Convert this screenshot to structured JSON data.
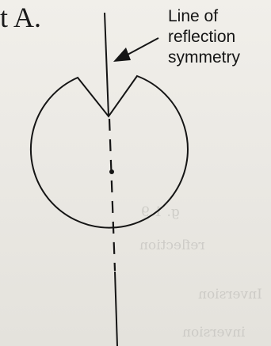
{
  "heading_fragment": "t A.",
  "label": {
    "line1": "Line of",
    "line2": "reflection",
    "line3": "symmetry"
  },
  "colors": {
    "ink": "#151515",
    "paper": "#ece9e4",
    "bleed_through": "#b9b8b4"
  }
}
